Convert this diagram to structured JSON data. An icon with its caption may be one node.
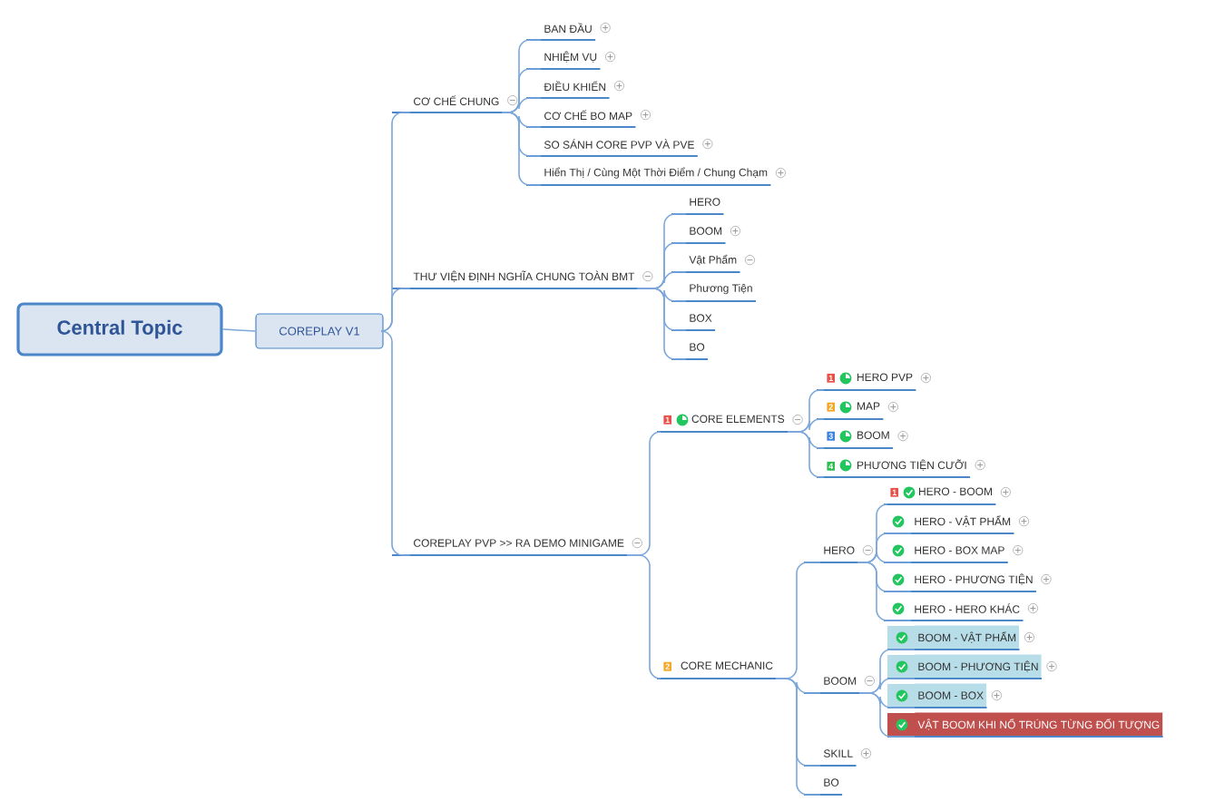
{
  "diagram": {
    "nodes": [
      {
        "text": [
          "Central Topic"
        ]
      },
      {
        "text": [
          "COREPLAY V1"
        ]
      },
      {
        "text": [
          "CƠ CHẾ CHUNG"
        ]
      },
      {
        "text": [
          "BAN ĐẦU"
        ]
      },
      {
        "text": [
          "NHIỆM VỤ"
        ]
      },
      {
        "text": [
          "ĐIỀU KHIỂN"
        ]
      },
      {
        "text": [
          "CƠ CHẾ BO MAP"
        ]
      },
      {
        "text": [
          "SO SÁNH CORE PVP VÀ PVE"
        ]
      },
      {
        "text": [
          "Hiển Thị / Cùng Một Thời Điểm / Chung Chạm"
        ]
      },
      {
        "text": [
          "THƯ VIỆN ĐỊNH NGHĨA CHUNG TOÀN BMT"
        ]
      },
      {
        "text": [
          "HERO"
        ]
      },
      {
        "text": [
          "BOOM"
        ]
      },
      {
        "text": [
          "Vật Phẩm"
        ]
      },
      {
        "text": [
          "Phương Tiện"
        ]
      },
      {
        "text": [
          "BOX"
        ]
      },
      {
        "text": [
          "BO"
        ]
      },
      {
        "text": [
          "COREPLAY PVP >> RA DEMO MINIGAME"
        ]
      },
      {
        "text": [
          "1",
          "CORE ELEMENTS"
        ]
      },
      {
        "text": [
          "1",
          "HERO PVP"
        ]
      },
      {
        "text": [
          "2",
          "MAP"
        ]
      },
      {
        "text": [
          "3",
          "BOOM"
        ]
      },
      {
        "text": [
          "4",
          "PHƯƠNG TIỆN CƯỠI"
        ]
      },
      {
        "text": [
          "2",
          "CORE MECHANIC"
        ]
      },
      {
        "text": [
          "HERO"
        ]
      },
      {
        "text": [
          "1",
          "HERO - BOOM"
        ]
      },
      {
        "text": [
          "HERO - VẬT PHẨM"
        ]
      },
      {
        "text": [
          "HERO - BOX  MAP"
        ]
      },
      {
        "text": [
          "HERO - PHƯƠNG TIỆN"
        ]
      },
      {
        "text": [
          "HERO - HERO KHÁC"
        ]
      },
      {
        "text": [
          "BOOM"
        ]
      },
      {
        "text": [
          "BOOM - VẬT PHẨM"
        ]
      },
      {
        "text": [
          "BOOM - PHƯƠNG TIỆN"
        ]
      },
      {
        "text": [
          "BOOM - BOX"
        ]
      },
      {
        "text": [
          "VẬT BOOM KHI NỔ TRÚNG TỪNG ĐỐI TƯỢNG"
        ]
      },
      {
        "text": [
          "SKILL"
        ]
      },
      {
        "text": [
          "BO"
        ]
      }
    ],
    "edges": [
      {
        "from": 0,
        "to": 1,
        "arrow": "none"
      },
      {
        "from": 1,
        "to": 2,
        "arrow": "none"
      },
      {
        "from": 1,
        "to": 9,
        "arrow": "none"
      },
      {
        "from": 1,
        "to": 16,
        "arrow": "none"
      },
      {
        "from": 2,
        "to": 3,
        "arrow": "none"
      },
      {
        "from": 2,
        "to": 4,
        "arrow": "none"
      },
      {
        "from": 2,
        "to": 5,
        "arrow": "none"
      },
      {
        "from": 2,
        "to": 6,
        "arrow": "none"
      },
      {
        "from": 2,
        "to": 7,
        "arrow": "none"
      },
      {
        "from": 2,
        "to": 8,
        "arrow": "none"
      },
      {
        "from": 9,
        "to": 10,
        "arrow": "none"
      },
      {
        "from": 9,
        "to": 11,
        "arrow": "none"
      },
      {
        "from": 9,
        "to": 12,
        "arrow": "none"
      },
      {
        "from": 9,
        "to": 13,
        "arrow": "none"
      },
      {
        "from": 9,
        "to": 14,
        "arrow": "none"
      },
      {
        "from": 9,
        "to": 15,
        "arrow": "none"
      },
      {
        "from": 16,
        "to": 17,
        "arrow": "none"
      },
      {
        "from": 16,
        "to": 22,
        "arrow": "none"
      },
      {
        "from": 17,
        "to": 18,
        "arrow": "none"
      },
      {
        "from": 17,
        "to": 19,
        "arrow": "none"
      },
      {
        "from": 17,
        "to": 20,
        "arrow": "none"
      },
      {
        "from": 17,
        "to": 21,
        "arrow": "none"
      },
      {
        "from": 22,
        "to": 23,
        "arrow": "none"
      },
      {
        "from": 22,
        "to": 29,
        "arrow": "none"
      },
      {
        "from": 22,
        "to": 34,
        "arrow": "none"
      },
      {
        "from": 22,
        "to": 35,
        "arrow": "none"
      },
      {
        "from": 23,
        "to": 24,
        "arrow": "none"
      },
      {
        "from": 23,
        "to": 25,
        "arrow": "none"
      },
      {
        "from": 23,
        "to": 26,
        "arrow": "none"
      },
      {
        "from": 23,
        "to": 27,
        "arrow": "none"
      },
      {
        "from": 23,
        "to": 28,
        "arrow": "none"
      },
      {
        "from": 29,
        "to": 30,
        "arrow": "none"
      },
      {
        "from": 29,
        "to": 31,
        "arrow": "none"
      },
      {
        "from": 29,
        "to": 32,
        "arrow": "none"
      },
      {
        "from": 29,
        "to": 33,
        "arrow": "none"
      }
    ]
  }
}
